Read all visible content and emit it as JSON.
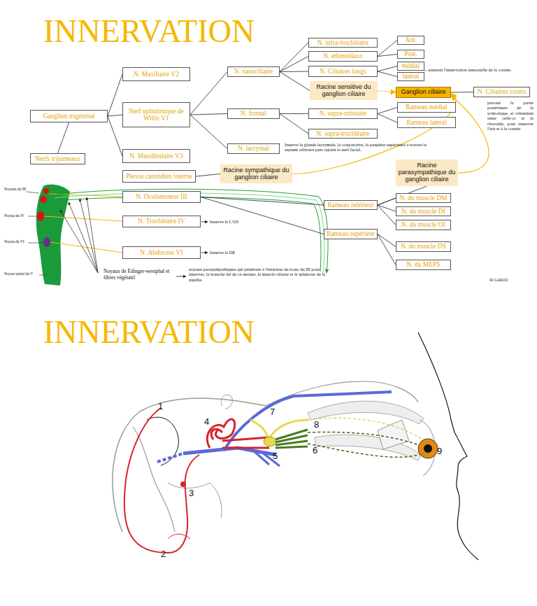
{
  "diagram": {
    "title": "INNERVATION",
    "nodes": [
      {
        "text": [
          "Ganglion trigéminé"
        ]
      },
      {
        "text": [
          "Nerfs trijumeaux"
        ]
      },
      {
        "text": [
          "N. Maxillaire V2"
        ]
      },
      {
        "text": [
          "Nerf ophtalmique de Willis V1"
        ]
      },
      {
        "text": [
          "N. Mandibulaire V3"
        ]
      },
      {
        "text": [
          "N. nasociliaire"
        ]
      },
      {
        "text": [
          "N. frontal"
        ]
      },
      {
        "text": [
          "N. lacrymal"
        ]
      },
      {
        "text": [
          "N. infra-trochléaire"
        ]
      },
      {
        "text": [
          "N. ethmoïdaux"
        ]
      },
      {
        "text": [
          "N. Ciliaires longs"
        ]
      },
      {
        "text": [
          "Racine sensitive du ganglion ciliaire"
        ]
      },
      {
        "text": [
          "Ant."
        ]
      },
      {
        "text": [
          "Post."
        ]
      },
      {
        "text": [
          "médial"
        ]
      },
      {
        "text": [
          "latéral"
        ]
      },
      {
        "text": [
          "Ganglion ciliaire"
        ]
      },
      {
        "text": [
          "N. Ciliaires courts"
        ]
      },
      {
        "text": [
          "N. supra-orbitaire"
        ]
      },
      {
        "text": [
          "N. supra-trochléaire"
        ]
      },
      {
        "text": [
          "Rameau médial"
        ]
      },
      {
        "text": [
          "Rameau latéral"
        ]
      },
      {
        "text": [
          "Plexus carotidien interne"
        ]
      },
      {
        "text": [
          "Racine sympathique du ganglion ciliaire"
        ]
      },
      {
        "text": [
          "Racine parasympathique du ganglion ciliaire"
        ]
      },
      {
        "text": [
          "N. Oculomoteur III"
        ]
      },
      {
        "text": [
          "N. Trochléaire IV"
        ]
      },
      {
        "text": [
          "N. Abducens VI"
        ]
      },
      {
        "text": [
          "Rameau inférieur"
        ]
      },
      {
        "text": [
          "Rameau supérieur"
        ]
      },
      {
        "text": [
          "N. du muscle DM"
        ]
      },
      {
        "text": [
          "N. du muscle DI"
        ]
      },
      {
        "text": [
          "N. du muscle OI"
        ]
      },
      {
        "text": [
          "N. du muscle DS"
        ]
      },
      {
        "text": [
          "N. du MEPS"
        ]
      }
    ],
    "edges": [
      {
        "from": 0,
        "to": 1,
        "arrow": "none"
      },
      {
        "from": 0,
        "to": 2,
        "arrow": "none"
      },
      {
        "from": 0,
        "to": 3,
        "arrow": "none"
      },
      {
        "from": 0,
        "to": 4,
        "arrow": "none"
      },
      {
        "from": 3,
        "to": 5,
        "arrow": "none"
      },
      {
        "from": 3,
        "to": 6,
        "arrow": "none"
      },
      {
        "from": 3,
        "to": 7,
        "arrow": "none"
      },
      {
        "from": 5,
        "to": 8,
        "arrow": "none"
      },
      {
        "from": 5,
        "to": 9,
        "arrow": "none"
      },
      {
        "from": 5,
        "to": 10,
        "arrow": "none"
      },
      {
        "from": 5,
        "to": 11,
        "arrow": "none"
      },
      {
        "from": 9,
        "to": 12,
        "arrow": "none"
      },
      {
        "from": 9,
        "to": 13,
        "arrow": "none"
      },
      {
        "from": 10,
        "to": 14,
        "arrow": "none"
      },
      {
        "from": 10,
        "to": 15,
        "arrow": "none"
      },
      {
        "from": 11,
        "to": 16,
        "arrow": "to"
      },
      {
        "from": 16,
        "to": 17,
        "arrow": "none"
      },
      {
        "from": 6,
        "to": 18,
        "arrow": "none"
      },
      {
        "from": 6,
        "to": 19,
        "arrow": "none"
      },
      {
        "from": 18,
        "to": 20,
        "arrow": "none"
      },
      {
        "from": 18,
        "to": 21,
        "arrow": "none"
      },
      {
        "from": 22,
        "to": 23,
        "arrow": "none"
      },
      {
        "from": 23,
        "to": 16,
        "arrow": "to"
      },
      {
        "from": 24,
        "to": 16,
        "arrow": "to"
      },
      {
        "from": 25,
        "to": 28,
        "arrow": "none"
      },
      {
        "from": 25,
        "to": 29,
        "arrow": "none"
      },
      {
        "from": 28,
        "to": 30,
        "arrow": "none"
      },
      {
        "from": 28,
        "to": 31,
        "arrow": "none"
      },
      {
        "from": 28,
        "to": 32,
        "arrow": "none"
      },
      {
        "from": 28,
        "to": 24,
        "arrow": "none"
      },
      {
        "from": 29,
        "to": 33,
        "arrow": "none"
      },
      {
        "from": 29,
        "to": 34,
        "arrow": "none"
      }
    ],
    "labels": [
      "INNERVATION",
      "assurent l'innervation sensorielle de la cornée.",
      "percent la partie postérieure de la sclérotique, et s'étendant entre celle-ci et la choroïde, pour innerver l'iris et à la cornée",
      "Innerve la glande lacrymale, la conjonctive, la paupière supérieure à travers le septum orbitaire puis rejoint le nerf facial.",
      "Noyaux du III",
      "Noyau du IV",
      "Noyau du VI",
      "Noyau spinal du V",
      "Innerve le L'OS",
      "Innerve le DE",
      "Noyaux de Edinger-westphal et fibres végétatif",
      "noyaux parasympathiques qui pénètrent à l'intérieur du tronc du III pour innerver, la branche inf de ce dernier, le muscle ciliaire et le sphincter de la pupille.",
      "Dr GAKOU",
      "1",
      "2",
      "3",
      "4",
      "5",
      "6",
      "7",
      "8",
      "9"
    ]
  }
}
